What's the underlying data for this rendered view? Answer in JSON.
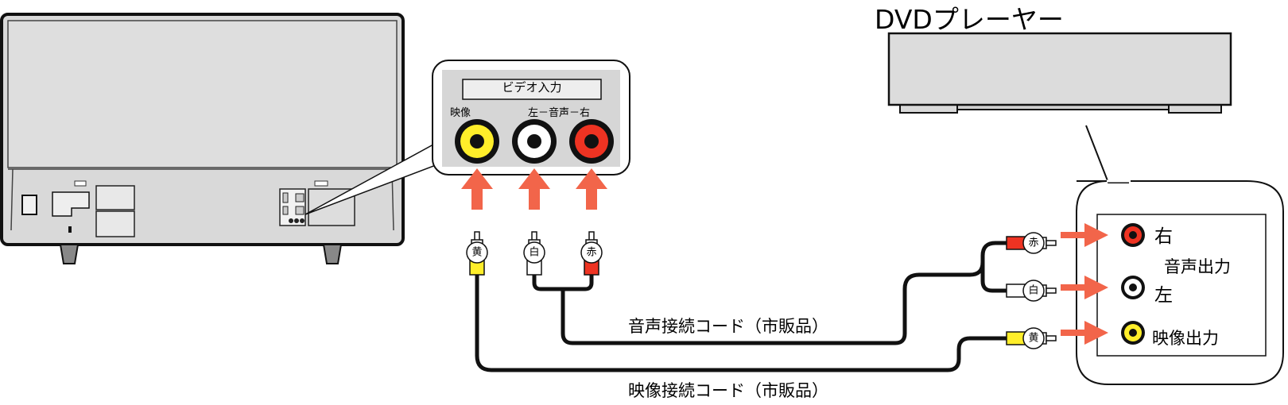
{
  "dvd_player": {
    "title": "DVDプレーヤー"
  },
  "tv_panel": {
    "title": "ビデオ入力",
    "video_label": "映像",
    "audio_label": "左－音声－右"
  },
  "plugs": {
    "yellow": "黄",
    "white": "白",
    "red": "赤"
  },
  "cords": {
    "audio": "音声接続コード（市販品）",
    "video": "映像接続コード（市販品）"
  },
  "dvd_panel": {
    "right": "右",
    "audio_output": "音声出力",
    "left": "左",
    "video_output": "映像出力"
  },
  "colors": {
    "yellow": "#ffee2a",
    "white": "#ffffff",
    "red": "#ee3322",
    "arrow": "#f2654a",
    "tv_body": "#d9d9d9",
    "panel_bg": "#d6d6d6"
  }
}
